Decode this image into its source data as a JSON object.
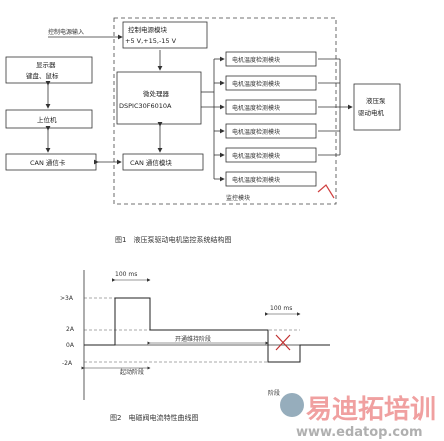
{
  "figure1": {
    "input_label": "控制电源输入",
    "power_module": {
      "title": "控制电源模块",
      "spec": "+5 V,+15,-15 V"
    },
    "display": {
      "line1": "显示器",
      "line2": "键盘、鼠标"
    },
    "host": "上位机",
    "can_card": "CAN 通信卡",
    "processor": {
      "line1": "微处理器",
      "line2": "DSPIC30F6010A"
    },
    "can_module": "CAN 通信模块",
    "sensor_modules": [
      "电机温度检测模块",
      "电机温度检测模块",
      "电机温度检测模块",
      "电机温度检测模块",
      "电机温度检测模块",
      "电机温度检测模块"
    ],
    "motor": {
      "line1": "液压泵",
      "line2": "驱动电机"
    },
    "monitor_label": "监控模块",
    "caption": "图1　液压泵驱动电机监控系统结构图"
  },
  "figure2": {
    "y_labels": [
      ">3A",
      "2A",
      "0A",
      "-2A"
    ],
    "timing_labels": [
      "100 ms",
      "100 ms"
    ],
    "phase_hold": "开通维持阶段",
    "phase_start": "起动阶段",
    "phase_end": "阶段",
    "caption": "图2　电磁阀电流特性曲线图"
  },
  "watermark": {
    "brand": "易迪拓培训",
    "url": "www.edatop.com"
  }
}
